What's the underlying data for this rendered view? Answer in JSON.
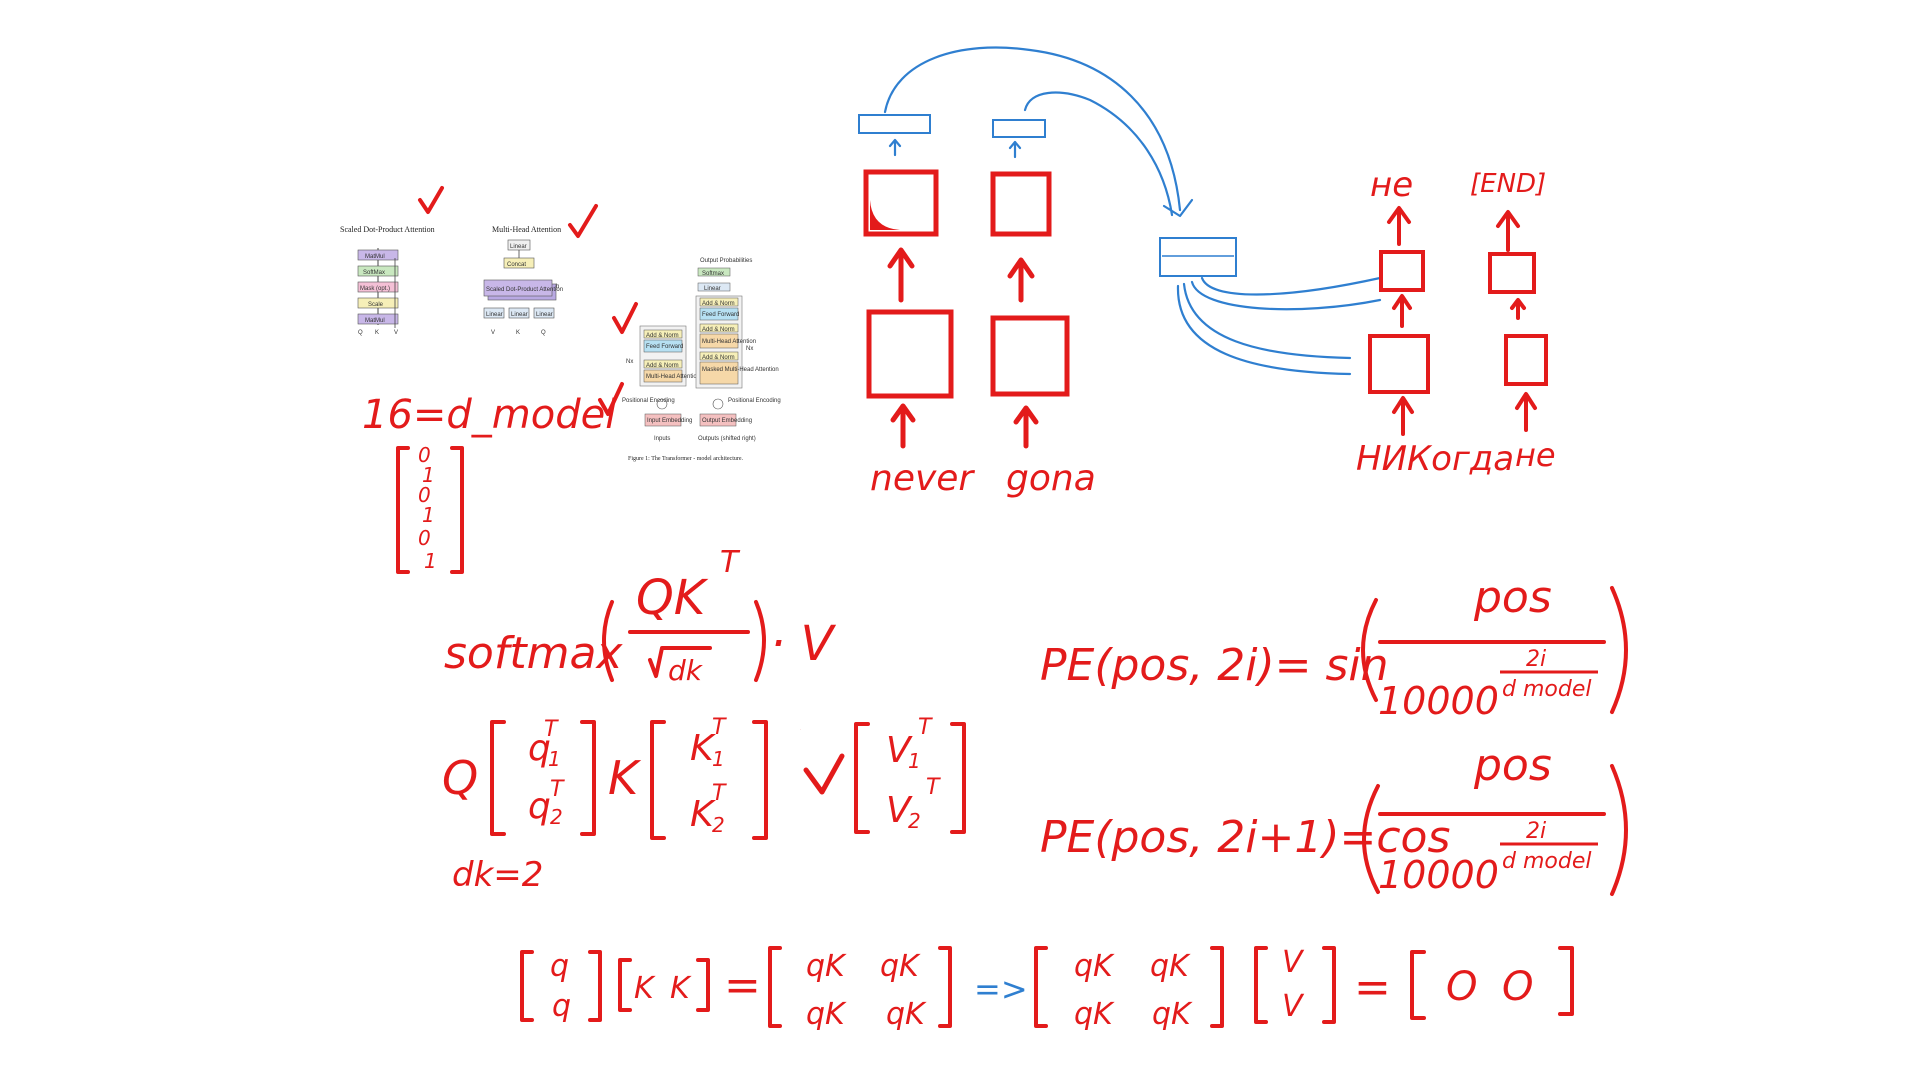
{
  "colors": {
    "ink": "#e31b1b",
    "connector": "#2f7fd0",
    "background": "#ffffff"
  },
  "figures": {
    "scaled_title": "Scaled Dot-Product Attention",
    "scaled_blocks": [
      "MatMul",
      "SoftMax",
      "Mask (opt.)",
      "Scale",
      "MatMul"
    ],
    "scaled_inputs": [
      "Q",
      "K",
      "V"
    ],
    "multi_title": "Multi-Head Attention",
    "multi_blocks": [
      "Linear",
      "Concat",
      "Scaled Dot-Product Attention"
    ],
    "multi_linears": [
      "Linear",
      "Linear",
      "Linear"
    ],
    "multi_inputs": [
      "V",
      "K",
      "Q"
    ],
    "multi_h": "h",
    "transformer_output_label": "Output Probabilities",
    "transformer_top": [
      "Softmax",
      "Linear"
    ],
    "encoder_blocks": [
      "Add & Norm",
      "Feed Forward",
      "Add & Norm",
      "Multi-Head Attention"
    ],
    "decoder_blocks": [
      "Add & Norm",
      "Feed Forward",
      "Add & Norm",
      "Multi-Head Attention",
      "Add & Norm",
      "Masked Multi-Head Attention"
    ],
    "nx_left": "Nx",
    "nx_right": "Nx",
    "pos_enc_left": "Positional Encoding",
    "pos_enc_right": "Positional Encoding",
    "input_embedding": "Input Embedding",
    "output_embedding": "Output Embedding",
    "inputs_label": "Inputs",
    "outputs_label": "Outputs (shifted right)",
    "caption": "Figure 1: The Transformer - model architecture."
  },
  "notes": {
    "dmodel": "16=d_model",
    "vector": [
      "0",
      "1",
      "0",
      "1",
      "0",
      "1"
    ],
    "softmax_prefix": "softmax",
    "qk": "QK",
    "qk_sup": "T",
    "sqrt_dk": "dk",
    "times_v": "· V",
    "q_label": "Q",
    "q_rows": [
      "q",
      "q"
    ],
    "q_subs": [
      "1",
      "2"
    ],
    "k_label": "K",
    "k_rows": [
      "K",
      "K"
    ],
    "k_subs": [
      "1",
      "2"
    ],
    "v_label": "V",
    "v_rows": [
      "V",
      "V"
    ],
    "v_subs": [
      "1",
      "2"
    ],
    "t": "T",
    "dk_eq": "dk=2",
    "pe_sin_lhs": "PE(pos, 2i)= sin",
    "pe_cos_lhs": "PE(pos, 2i+1)=cos",
    "pe_num": "pos",
    "pe_den": "10000",
    "pe_exp_num": "2i",
    "pe_exp_den": "d model",
    "m_q": [
      "q",
      "q"
    ],
    "m_k": [
      "K",
      "K"
    ],
    "m_eq": "=",
    "m_qk": [
      "qK",
      "qK",
      "qK",
      "qK"
    ],
    "m_arrow": "=>",
    "m_qk2": [
      "qK",
      "qK",
      "qK",
      "qK"
    ],
    "m_v": [
      "V",
      "V"
    ],
    "m_eq2": "=",
    "m_out": [
      "O",
      "O"
    ]
  },
  "seq": {
    "enc_tokens": [
      "never",
      "gona"
    ],
    "dec_inputs": [
      "НИКогда",
      "не"
    ],
    "dec_outputs": [
      "не",
      "[END]"
    ]
  }
}
